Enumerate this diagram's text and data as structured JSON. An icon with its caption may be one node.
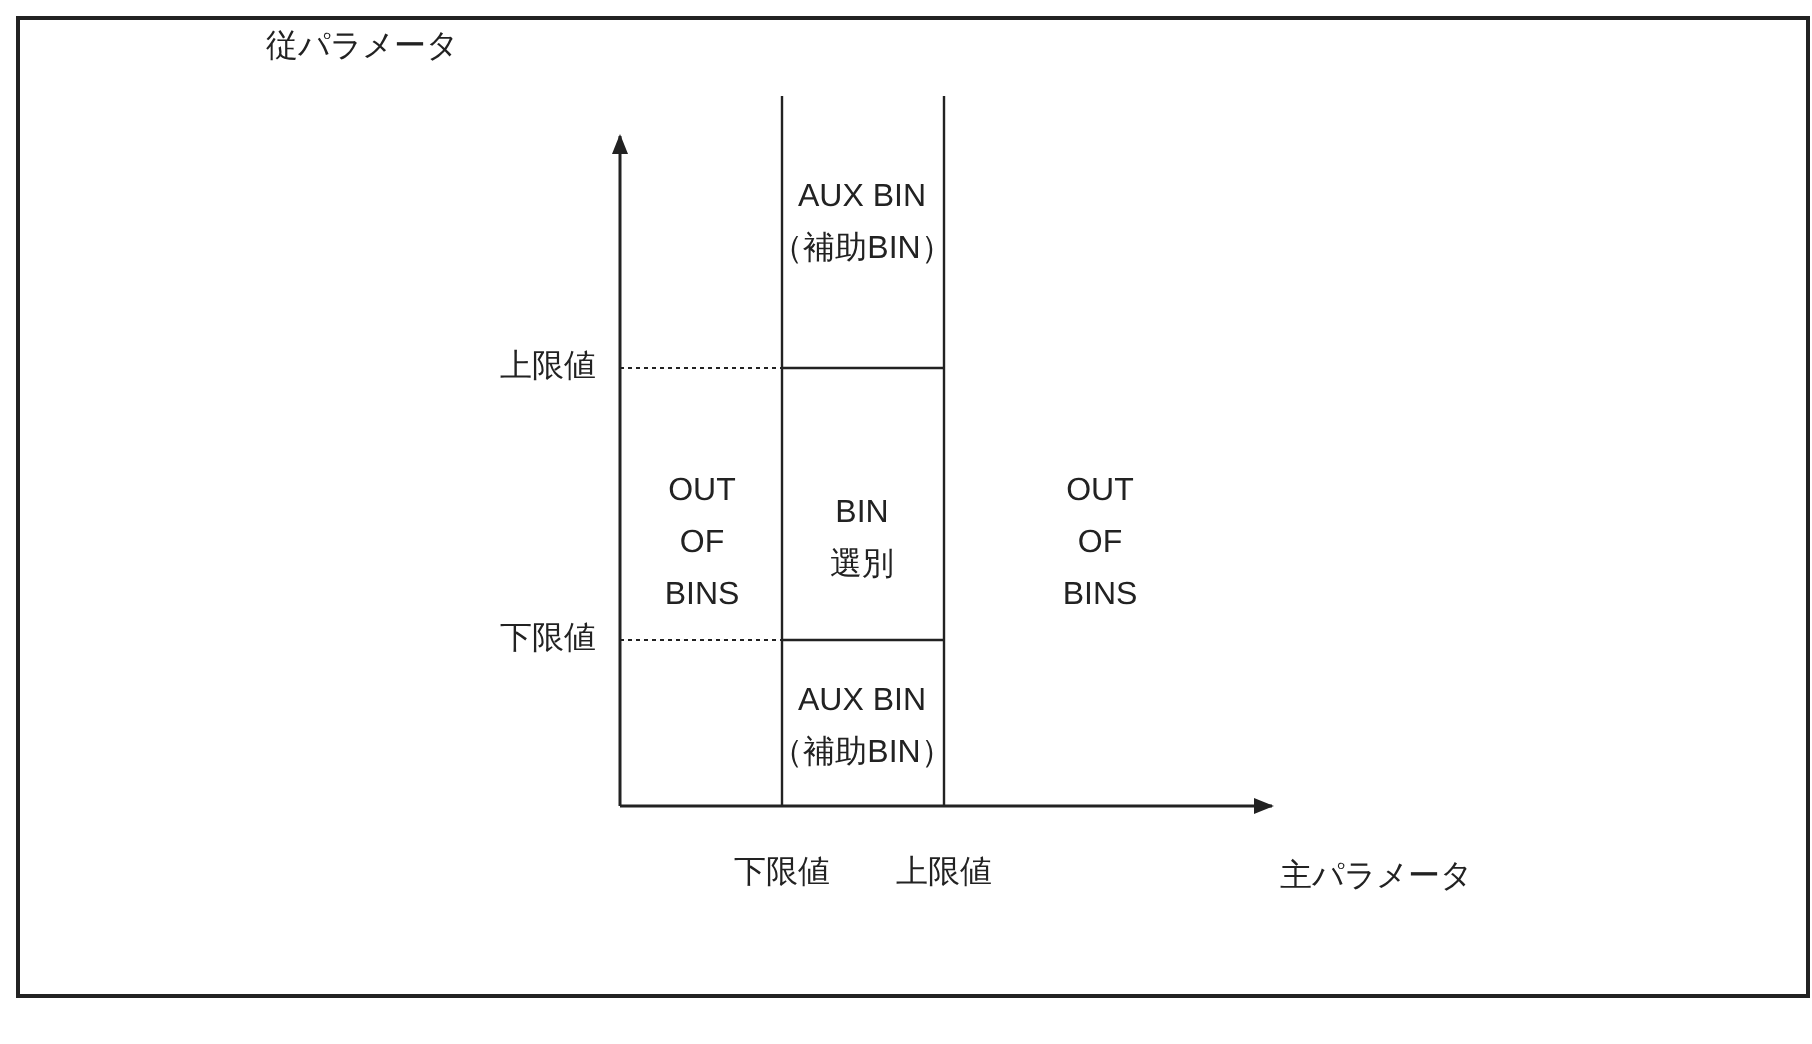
{
  "diagram": {
    "labels": [
      "従パラメータ",
      "AUX BIN",
      "（補助BIN）",
      "上限値",
      "OUT OF BINS",
      "BIN",
      "選別",
      "OUT OF BINS",
      "下限値",
      "AUX BIN",
      "（補助BIN）",
      "下限値",
      "上限値",
      "主パラメータ"
    ]
  }
}
